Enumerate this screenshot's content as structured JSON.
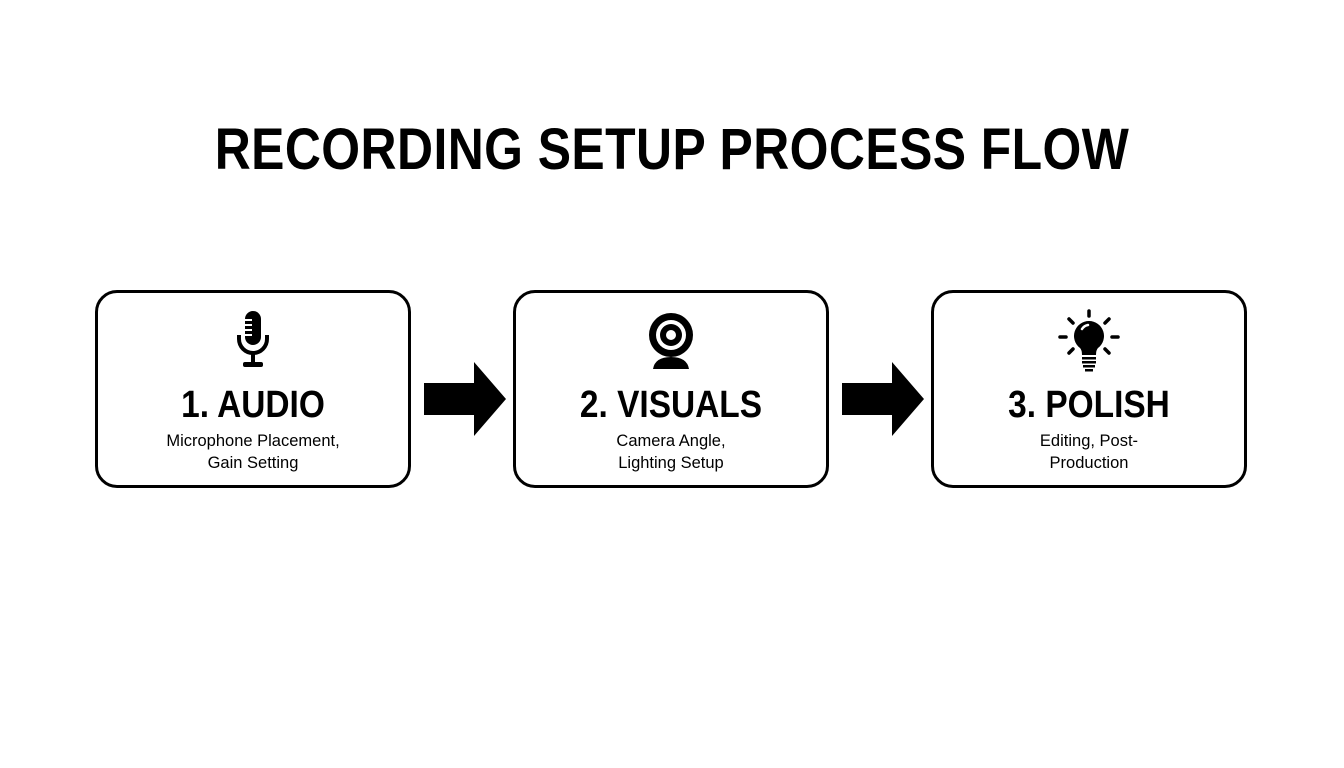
{
  "title": "RECORDING SETUP PROCESS FLOW",
  "steps": [
    {
      "title": "1. AUDIO",
      "icon": "microphone-icon",
      "desc_lines": [
        "Microphone Placement,",
        "Gain Setting"
      ]
    },
    {
      "title": "2. VISUALS",
      "icon": "webcam-icon",
      "desc_lines": [
        "Camera Angle,",
        "Lighting Setup"
      ]
    },
    {
      "title": "3. POLISH",
      "icon": "lightbulb-icon",
      "desc_lines": [
        "Editing, Post-",
        "Production"
      ]
    }
  ],
  "colors": {
    "stroke": "#000000",
    "background": "#ffffff"
  }
}
